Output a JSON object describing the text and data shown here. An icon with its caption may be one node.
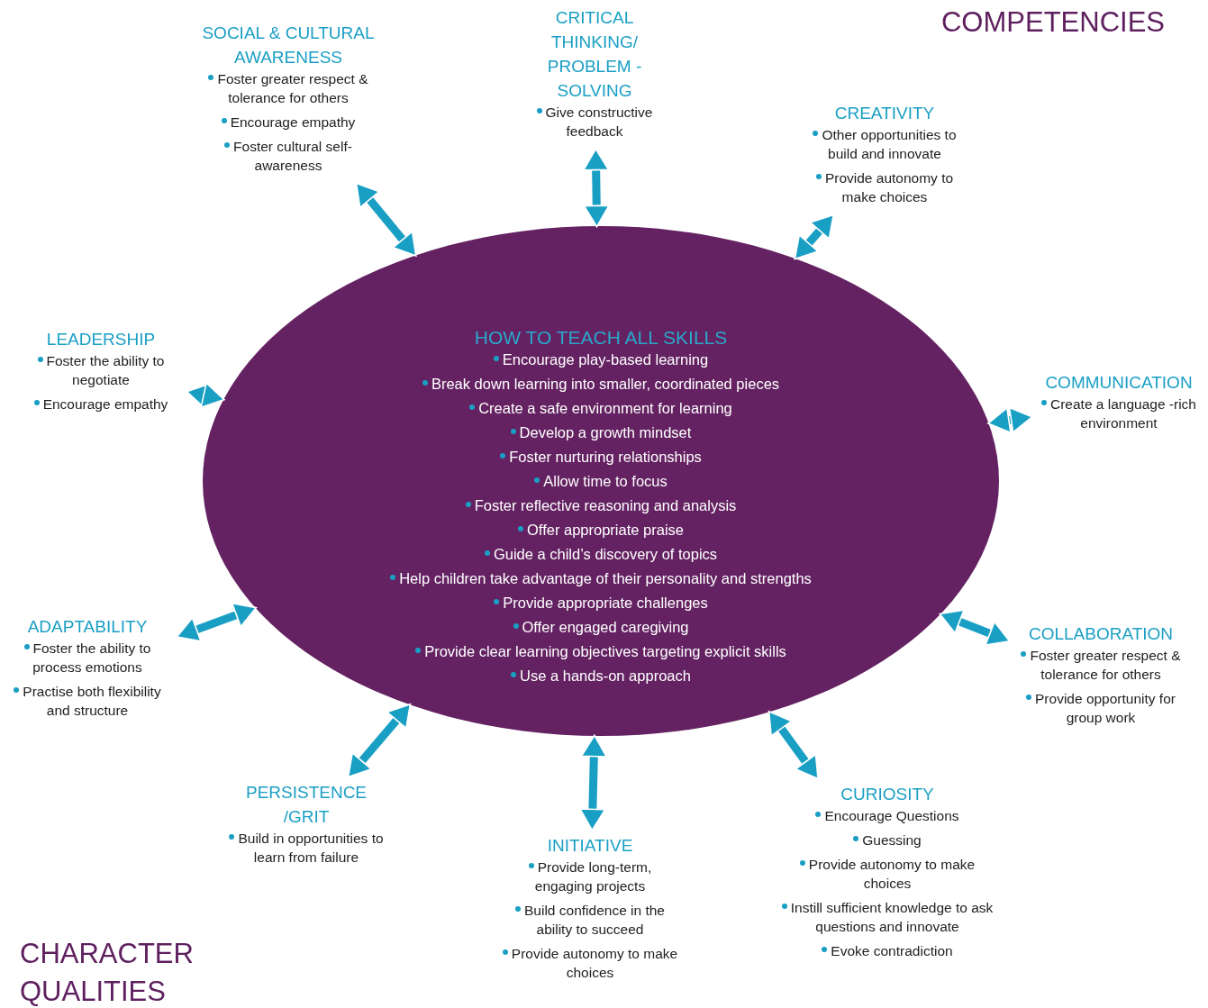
{
  "diagram": {
    "nodes": [
      {
        "text": [
          "HOW TO TEACH ALL SKILLS",
          "Encourage play-based learning",
          "Break down learning into smaller, coordinated pieces",
          "Create a safe environment for learning",
          "Develop a growth mindset",
          "Foster nurturing relationships",
          "Allow time to focus",
          "Foster reflective reasoning and analysis",
          "Offer appropriate praise",
          "Guide a child’s discovery of topics",
          "Help children take advantage of their personality and strengths",
          "Provide appropriate challenges",
          "Offer engaged caregiving",
          "Provide clear learning objectives targeting explicit skills",
          "Use a hands-on approach"
        ]
      },
      {
        "text": [
          "SOCIAL & CULTURAL AWARENESS",
          "Foster greater respect & tolerance for others",
          "Encourage empathy",
          "Foster cultural self-awareness"
        ]
      },
      {
        "text": [
          "CRITICAL THINKING/ PROBLEM -SOLVING",
          "Give constructive feedback"
        ]
      },
      {
        "text": [
          "CREATIVITY",
          "Other opportunities to build and innovate",
          "Provide autonomy to make choices"
        ]
      },
      {
        "text": [
          "COMMUNICATION",
          "Create a language -rich environment"
        ]
      },
      {
        "text": [
          "COLLABORATION",
          "Foster greater respect & tolerance for others",
          "Provide opportunity for group work"
        ]
      },
      {
        "text": [
          "CURIOSITY",
          "Encourage Questions",
          "Guessing",
          "Provide autonomy to make choices",
          "Instill sufficient knowledge to ask questions and innovate",
          "Evoke contradiction"
        ]
      },
      {
        "text": [
          "INITIATIVE",
          "Provide long-term, engaging projects",
          "Build confidence in the ability to succeed",
          "Provide autonomy to make choices"
        ]
      },
      {
        "text": [
          "PERSISTENCE /GRIT",
          "Build in opportunities to learn from failure"
        ]
      },
      {
        "text": [
          "ADAPTABILITY",
          "Foster the ability to process emotions",
          "Practise both flexibility and structure"
        ]
      },
      {
        "text": [
          "LEADERSHIP",
          "Foster the ability to negotiate",
          "Encourage empathy"
        ]
      }
    ],
    "edges": [
      {
        "from": 1,
        "to": 0,
        "arrow": "both"
      },
      {
        "from": 2,
        "to": 0,
        "arrow": "both"
      },
      {
        "from": 3,
        "to": 0,
        "arrow": "both"
      },
      {
        "from": 4,
        "to": 0,
        "arrow": "both"
      },
      {
        "from": 5,
        "to": 0,
        "arrow": "both"
      },
      {
        "from": 6,
        "to": 0,
        "arrow": "both"
      },
      {
        "from": 7,
        "to": 0,
        "arrow": "both"
      },
      {
        "from": 8,
        "to": 0,
        "arrow": "both"
      },
      {
        "from": 9,
        "to": 0,
        "arrow": "both"
      },
      {
        "from": 10,
        "to": 0,
        "arrow": "both"
      }
    ],
    "labels": [
      "COMPETENCIES",
      "CHARACTER QUALITIES"
    ]
  }
}
